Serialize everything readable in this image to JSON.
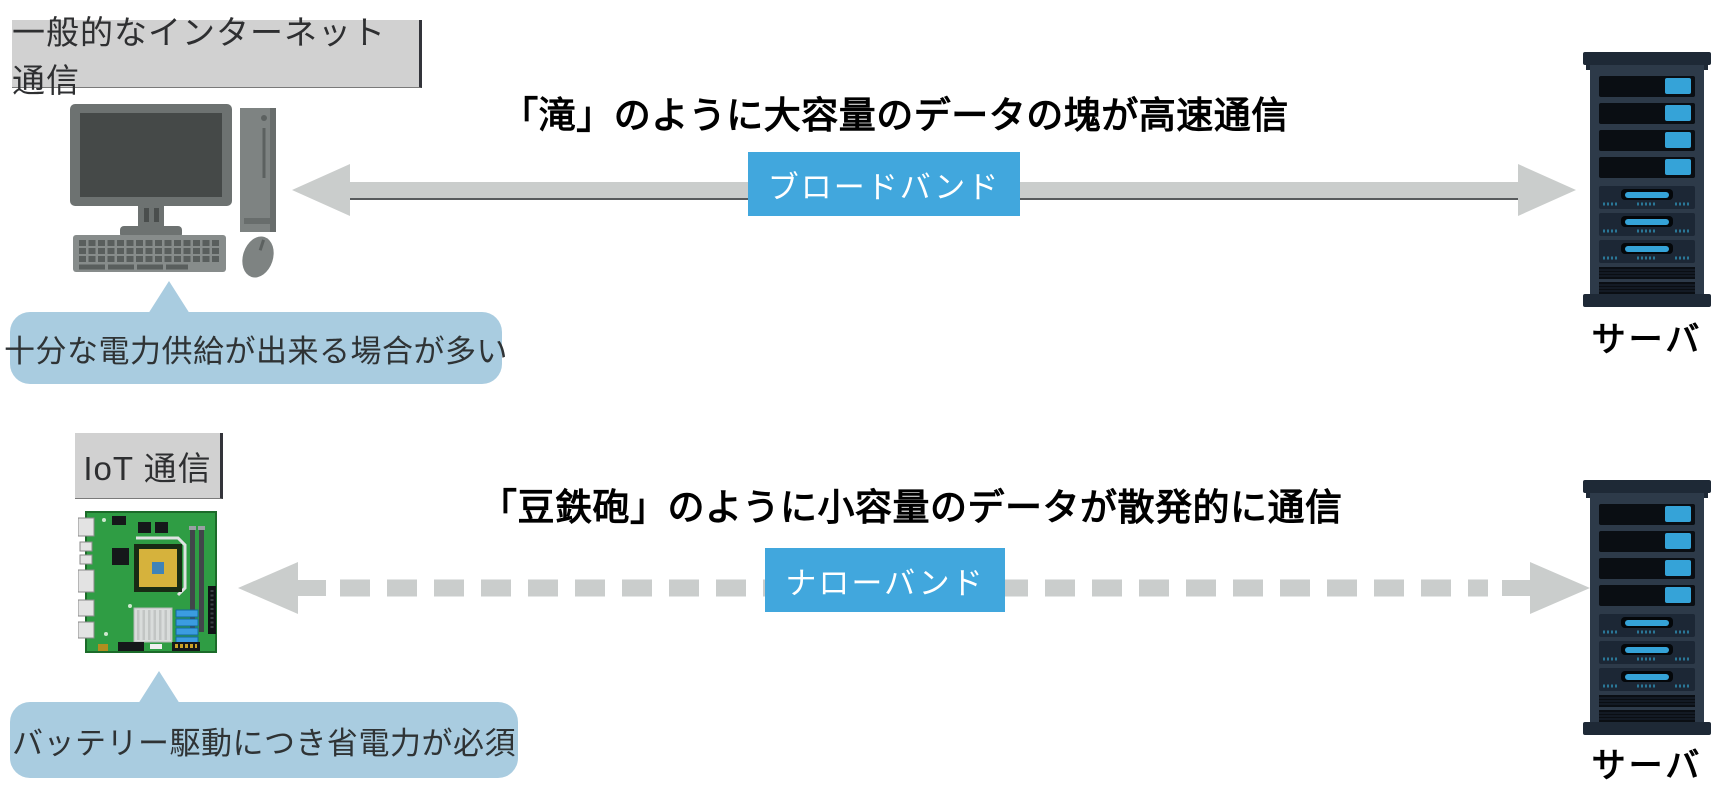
{
  "colors": {
    "accent-blue": "#41a7dd",
    "bubble-blue": "#a9cce0",
    "label-gray": "#d1d1d1",
    "arrow-gray": "#cacdcc",
    "headline-black": "#000000",
    "server-navy": "#2d3a49",
    "server-accent": "#35a3d8",
    "board-green": "#2f9d44"
  },
  "top_row": {
    "label": "一般的なインターネット通信",
    "headline": "「滝」のように大容量のデータの塊が高速通信",
    "band_label": "ブロードバンド",
    "bubble": "十分な電力供給が出来る場合が多い",
    "server_label": "サーバ",
    "arrow_style": "solid",
    "device_icon": "desktop-computer-icon",
    "server_icon": "server-rack-icon"
  },
  "bottom_row": {
    "label": "IoT 通信",
    "headline": "「豆鉄砲」のように小容量のデータが散発的に通信",
    "band_label": "ナローバンド",
    "bubble": "バッテリー駆動につき省電力が必須",
    "server_label": "サーバ",
    "arrow_style": "dashed",
    "device_icon": "circuit-board-icon",
    "server_icon": "server-rack-icon"
  }
}
